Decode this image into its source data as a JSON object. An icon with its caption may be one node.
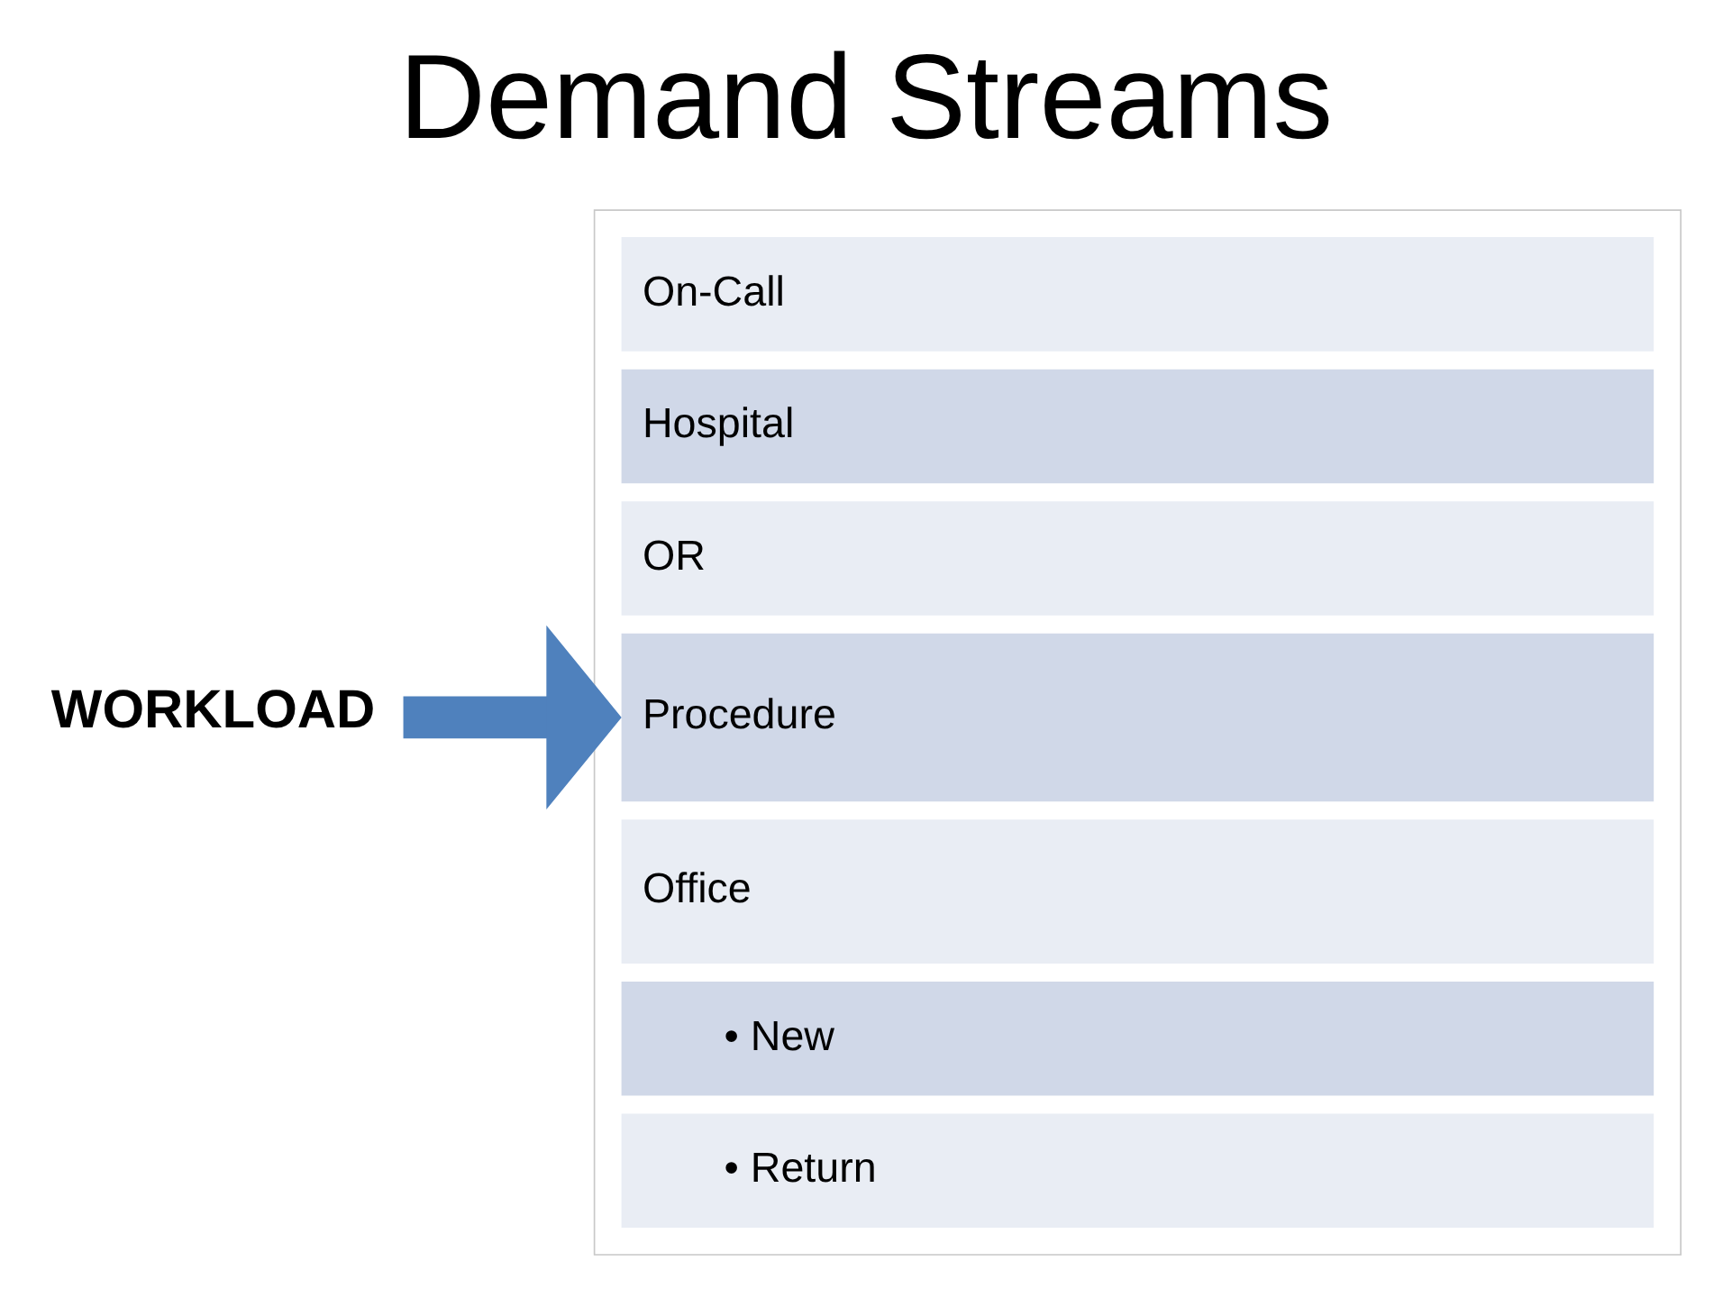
{
  "diagram": {
    "title": "Demand Streams",
    "nodes": [
      {
        "text": [
          "WORKLOAD"
        ]
      },
      {
        "text": [],
        "shape": "box"
      },
      {
        "text": [
          "On-Call"
        ],
        "in": 1
      },
      {
        "text": [
          "Hospital"
        ],
        "in": 1
      },
      {
        "text": [
          "OR"
        ],
        "in": 1
      },
      {
        "text": [
          "Procedure"
        ],
        "in": 1
      },
      {
        "text": [
          "Office"
        ],
        "in": 1
      },
      {
        "text": [
          "• New"
        ],
        "in": 1
      },
      {
        "text": [
          "• Return"
        ],
        "in": 1
      }
    ],
    "edges": [
      {
        "from": 0,
        "to": 1,
        "arrow": "to",
        "color": "#4f81bd"
      }
    ]
  }
}
